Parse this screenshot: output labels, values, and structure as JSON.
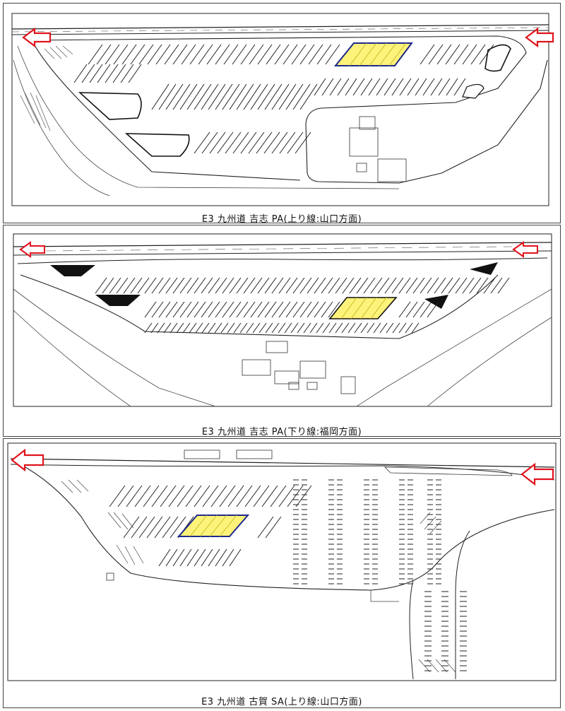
{
  "maps": [
    {
      "caption": "E3 九州道  吉志 PA(上り線:山口方面)",
      "highlight_color": "#fdf37a",
      "arrow_color": "#e0141c"
    },
    {
      "caption": "E3 九州道  吉志 PA(下り線:福岡方面)",
      "highlight_color": "#fdf37a",
      "arrow_color": "#e0141c"
    },
    {
      "caption": "E3 九州道  古賀 SA(上り線:山口方面)",
      "highlight_color": "#fdf37a",
      "arrow_color": "#e0141c"
    }
  ]
}
